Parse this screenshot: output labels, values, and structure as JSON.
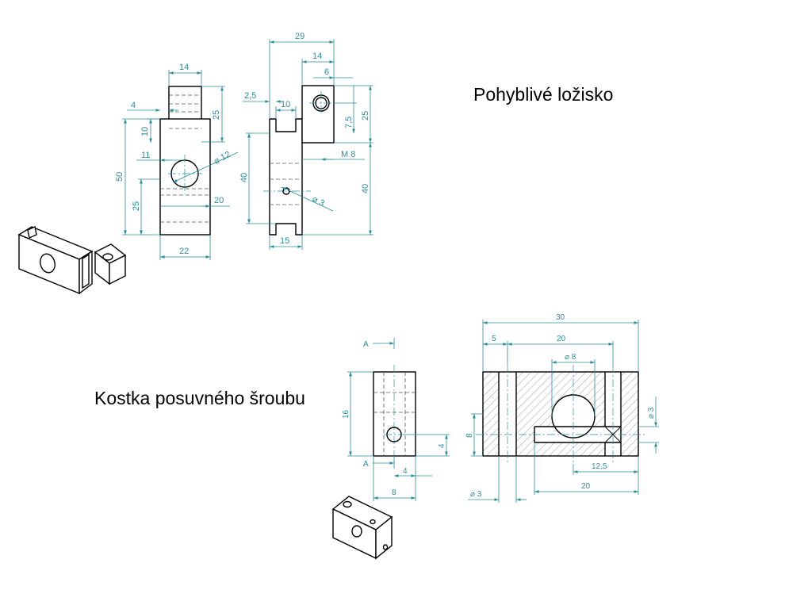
{
  "titles": {
    "top": "Pohyblivé ložisko",
    "bottom": "Kostka posuvného šroubu"
  },
  "accent_color": "#2a8f9a",
  "drawing1": {
    "front": {
      "d14": "14",
      "d4": "4",
      "d10": "10",
      "d25": "25",
      "d11": "11",
      "d12": "⌀ 12",
      "d50": "50",
      "d25b": "25",
      "d20": "20",
      "d22": "22"
    },
    "side": {
      "d29": "29",
      "d14": "14",
      "d6": "6",
      "d2_5": "2,5",
      "d10": "10",
      "d7_5": "7,5",
      "d25": "25",
      "dM8": "M 8",
      "d40": "40",
      "d3": "⌀ 3",
      "d40b": "40",
      "d15": "15"
    }
  },
  "drawing2": {
    "front": {
      "sectionA": "A",
      "sectionA2": "A",
      "d16": "16",
      "d4v": "4",
      "d4h": "4",
      "d8": "8"
    },
    "section": {
      "d30": "30",
      "d5": "5",
      "d20": "20",
      "d8": "⌀ 8",
      "d3r": "⌀ 3",
      "d8v": "8",
      "d12_5": "12,5",
      "d20b": "20",
      "d3b": "⌀ 3"
    }
  }
}
